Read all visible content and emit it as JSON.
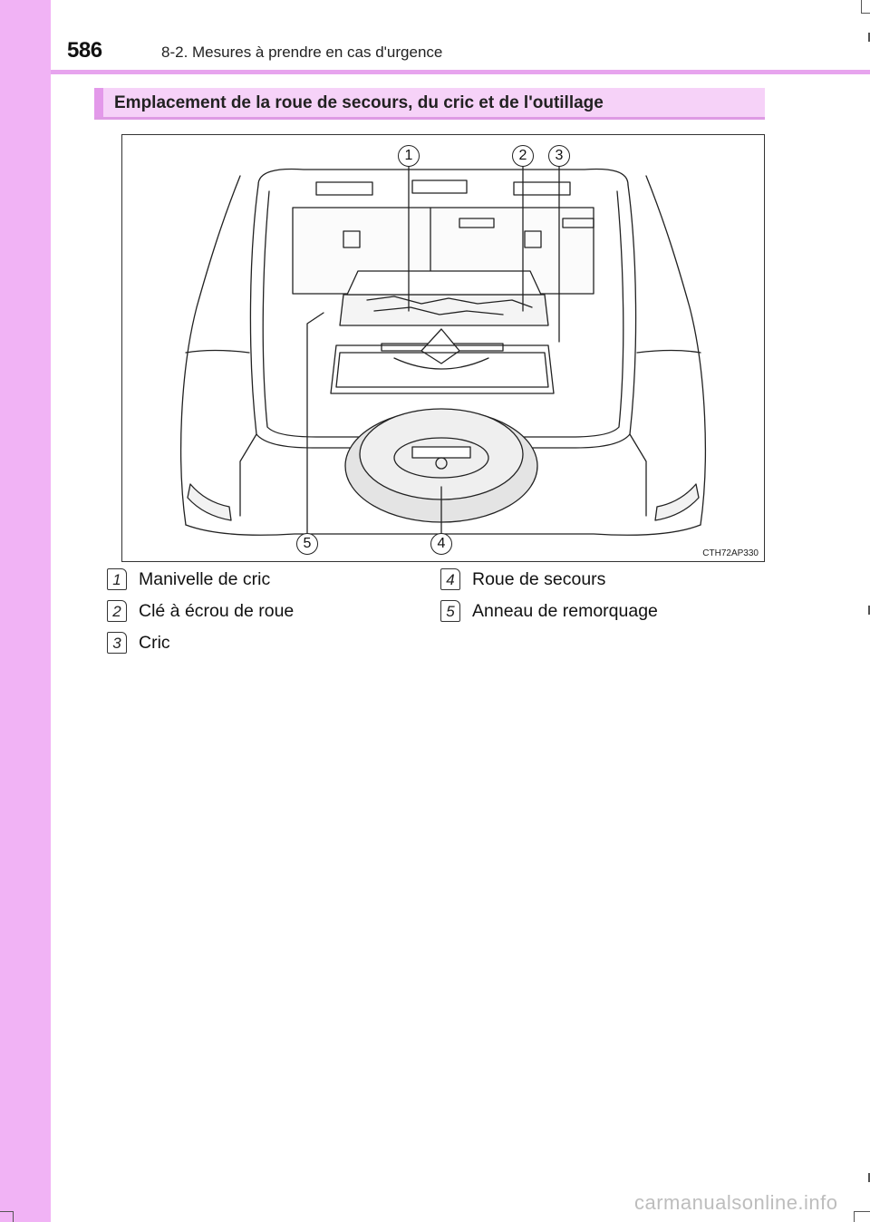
{
  "header": {
    "page_number": "586",
    "section_title": "8-2. Mesures à prendre en cas d'urgence"
  },
  "heading": "Emplacement de la roue de secours, du cric et de l'outillage",
  "figure": {
    "code": "CTH72AP330",
    "callouts": [
      "1",
      "2",
      "3",
      "4",
      "5"
    ]
  },
  "legend": [
    {
      "num": "1",
      "label": "Manivelle de cric"
    },
    {
      "num": "2",
      "label": "Clé à écrou de roue"
    },
    {
      "num": "3",
      "label": "Cric"
    },
    {
      "num": "4",
      "label": "Roue de secours"
    },
    {
      "num": "5",
      "label": "Anneau de remorquage"
    }
  ],
  "footer": {
    "watermark": "carmanualsonline.info"
  },
  "colors": {
    "accent_band": "#f1b3f5",
    "heading_bg": "#f6d2f8",
    "heading_rule": "#de9be4"
  }
}
